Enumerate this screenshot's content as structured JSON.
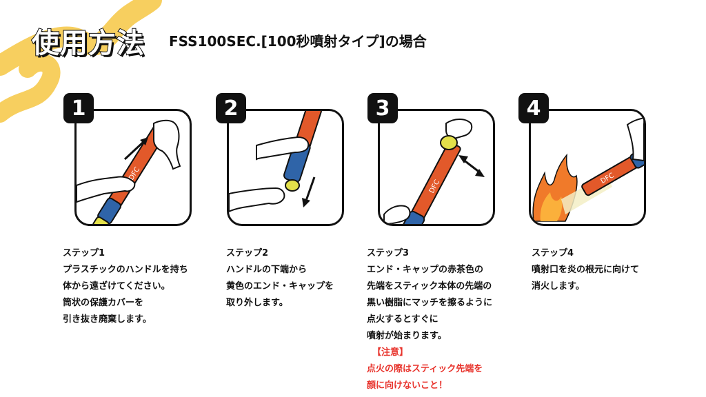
{
  "header": {
    "title": "使用方法",
    "subtitle": "FSS100SEC.[100秒噴射タイプ]の場合"
  },
  "colors": {
    "accent_yellow": "#f7cf5f",
    "warning_red": "#e8332c",
    "flare_orange": "#e2592a",
    "handle_blue": "#2f64a8",
    "cap_yellow": "#e3e04a"
  },
  "steps": [
    {
      "number": "1",
      "image_icon": "remove-cover-icon",
      "title": "ステップ1",
      "lines": [
        "プラスチックのハンドルを持ち",
        "体から遠ざけてください。",
        "筒状の保護カバーを",
        "引き抜き廃棄します。"
      ]
    },
    {
      "number": "2",
      "image_icon": "remove-cap-icon",
      "title": "ステップ2",
      "lines": [
        "ハンドルの下端から",
        "黄色のエンド・キャップを",
        "取り外します。"
      ]
    },
    {
      "number": "3",
      "image_icon": "strike-cap-icon",
      "title": "ステップ3",
      "lines": [
        "エンド・キャップの赤茶色の",
        "先端をスティック本体の先端の",
        "黒い樹脂にマッチを擦るように",
        "点火するとすぐに",
        "噴射が始まります。"
      ],
      "warning_title": "【注意】",
      "warning_lines": [
        "点火の際はスティック先端を",
        "顔に向けないこと！"
      ]
    },
    {
      "number": "4",
      "image_icon": "extinguish-fire-icon",
      "title": "ステップ4",
      "lines": [
        "噴射口を炎の根元に向けて",
        "消火します。"
      ]
    }
  ]
}
